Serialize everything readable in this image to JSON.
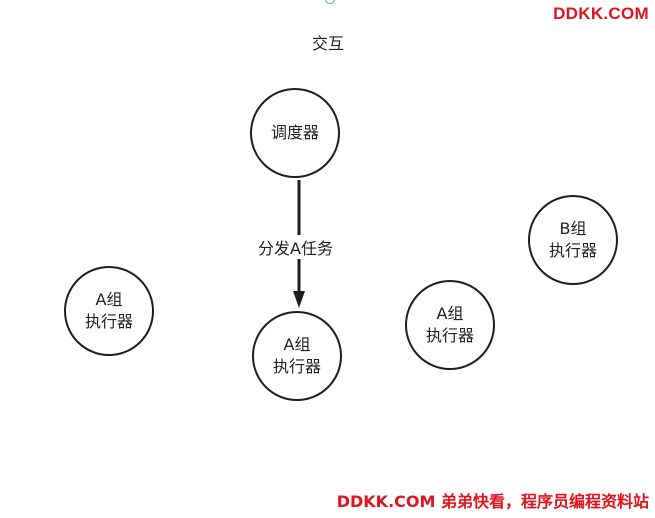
{
  "watermark": {
    "top": "DDKK.COM",
    "bottom": "DDKK.COM 弟弟快看，程序员编程资料站"
  },
  "caption": "交互",
  "edge": {
    "label": "分发A任务"
  },
  "nodes": {
    "scheduler": "调度器",
    "executor_a_left": {
      "line1": "A组",
      "line2": "执行器"
    },
    "executor_a_center": {
      "line1": "A组",
      "line2": "执行器"
    },
    "executor_a_right": {
      "line1": "A组",
      "line2": "执行器"
    },
    "executor_b": {
      "line1": "B组",
      "line2": "执行器"
    }
  },
  "colors": {
    "stroke": "#1e1e1e",
    "watermark": "#e0141e"
  }
}
